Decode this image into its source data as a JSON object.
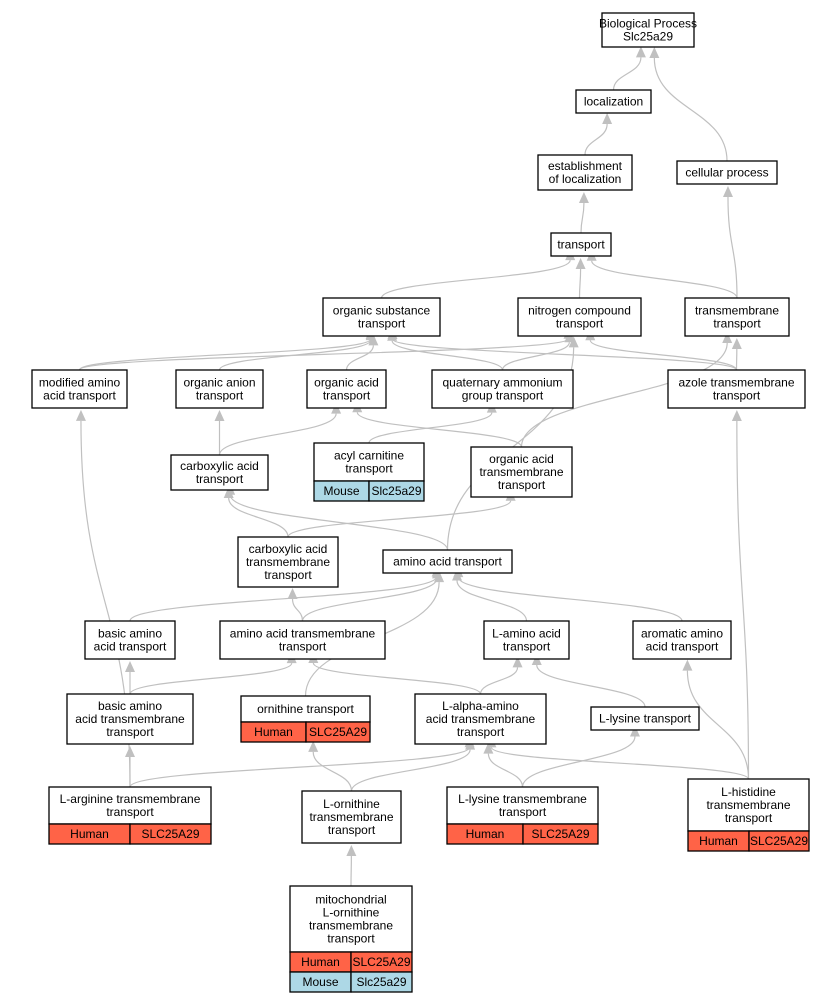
{
  "colors": {
    "human": "#ff6347",
    "mouse": "#add8e6",
    "edge": "#c0c0c0"
  },
  "nodes": {
    "bp": {
      "lines": [
        "Biological Process",
        "Slc25a29"
      ]
    },
    "loc": {
      "lines": [
        "localization"
      ]
    },
    "estloc": {
      "lines": [
        "establishment",
        "of localization"
      ]
    },
    "cell": {
      "lines": [
        "cellular process"
      ]
    },
    "trans": {
      "lines": [
        "transport"
      ]
    },
    "ost": {
      "lines": [
        "organic substance",
        "transport"
      ]
    },
    "nct": {
      "lines": [
        "nitrogen compound",
        "transport"
      ]
    },
    "tmt": {
      "lines": [
        "transmembrane",
        "transport"
      ]
    },
    "maat": {
      "lines": [
        "modified amino",
        "acid transport"
      ]
    },
    "oant": {
      "lines": [
        "organic anion",
        "transport"
      ]
    },
    "oact": {
      "lines": [
        "organic acid",
        "transport"
      ]
    },
    "qagt": {
      "lines": [
        "quaternary ammonium",
        "group transport"
      ]
    },
    "azt": {
      "lines": [
        "azole transmembrane",
        "transport"
      ]
    },
    "acyl": {
      "lines": [
        "acyl carnitine",
        "transport"
      ],
      "genes": [
        {
          "org": "Mouse",
          "gene": "Slc25a29"
        }
      ]
    },
    "cat": {
      "lines": [
        "carboxylic acid",
        "transport"
      ]
    },
    "oatt": {
      "lines": [
        "organic acid",
        "transmembrane",
        "transport"
      ]
    },
    "catt": {
      "lines": [
        "carboxylic acid",
        "transmembrane",
        "transport"
      ]
    },
    "aat": {
      "lines": [
        "amino acid transport"
      ]
    },
    "baat": {
      "lines": [
        "basic amino",
        "acid transport"
      ]
    },
    "aatt": {
      "lines": [
        "amino acid transmembrane",
        "transport"
      ]
    },
    "laat": {
      "lines": [
        "L-amino acid",
        "transport"
      ]
    },
    "aroat": {
      "lines": [
        "aromatic amino",
        "acid transport"
      ]
    },
    "baatt": {
      "lines": [
        "basic amino",
        "acid transmembrane",
        "transport"
      ]
    },
    "orn": {
      "lines": [
        "ornithine transport"
      ],
      "genes": [
        {
          "org": "Human",
          "gene": "SLC25A29"
        }
      ]
    },
    "laaatt": {
      "lines": [
        "L-alpha-amino",
        "acid transmembrane",
        "transport"
      ]
    },
    "lyst": {
      "lines": [
        "L-lysine transport"
      ]
    },
    "larg": {
      "lines": [
        "L-arginine transmembrane",
        "transport"
      ],
      "genes": [
        {
          "org": "Human",
          "gene": "SLC25A29"
        }
      ]
    },
    "lorn": {
      "lines": [
        "L-ornithine",
        "transmembrane",
        "transport"
      ]
    },
    "llys": {
      "lines": [
        "L-lysine transmembrane",
        "transport"
      ],
      "genes": [
        {
          "org": "Human",
          "gene": "SLC25A29"
        }
      ]
    },
    "lhis": {
      "lines": [
        "L-histidine",
        "transmembrane",
        "transport"
      ],
      "genes": [
        {
          "org": "Human",
          "gene": "SLC25A29"
        }
      ]
    },
    "mito": {
      "lines": [
        "mitochondrial",
        "L-ornithine",
        "transmembrane",
        "transport"
      ],
      "genes": [
        {
          "org": "Human",
          "gene": "SLC25A29"
        },
        {
          "org": "Mouse",
          "gene": "Slc25a29"
        }
      ]
    }
  },
  "edges": [
    [
      "loc",
      "bp"
    ],
    [
      "cell",
      "bp"
    ],
    [
      "estloc",
      "loc"
    ],
    [
      "trans",
      "estloc"
    ],
    [
      "tmt",
      "cell"
    ],
    [
      "ost",
      "trans"
    ],
    [
      "nct",
      "trans"
    ],
    [
      "tmt",
      "trans"
    ],
    [
      "maat",
      "ost"
    ],
    [
      "maat",
      "nct"
    ],
    [
      "oant",
      "ost"
    ],
    [
      "oact",
      "ost"
    ],
    [
      "qagt",
      "ost"
    ],
    [
      "qagt",
      "nct"
    ],
    [
      "azt",
      "ost"
    ],
    [
      "azt",
      "nct"
    ],
    [
      "azt",
      "tmt"
    ],
    [
      "cat",
      "oant"
    ],
    [
      "cat",
      "oact"
    ],
    [
      "acyl",
      "qagt"
    ],
    [
      "oatt",
      "oact"
    ],
    [
      "oatt",
      "tmt"
    ],
    [
      "catt",
      "cat"
    ],
    [
      "catt",
      "oatt"
    ],
    [
      "aat",
      "cat"
    ],
    [
      "aat",
      "nct"
    ],
    [
      "baat",
      "aat"
    ],
    [
      "aatt",
      "aat"
    ],
    [
      "aatt",
      "catt"
    ],
    [
      "laat",
      "aat"
    ],
    [
      "aroat",
      "aat"
    ],
    [
      "baatt",
      "baat"
    ],
    [
      "baatt",
      "aatt"
    ],
    [
      "orn",
      "aat"
    ],
    [
      "laaatt",
      "aatt"
    ],
    [
      "laaatt",
      "laat"
    ],
    [
      "lyst",
      "laat"
    ],
    [
      "larg",
      "baatt"
    ],
    [
      "larg",
      "laaatt"
    ],
    [
      "larg",
      "maat"
    ],
    [
      "lorn",
      "orn"
    ],
    [
      "lorn",
      "laaatt"
    ],
    [
      "llys",
      "laaatt"
    ],
    [
      "llys",
      "lyst"
    ],
    [
      "lhis",
      "laaatt"
    ],
    [
      "lhis",
      "aroat"
    ],
    [
      "lhis",
      "azt"
    ],
    [
      "mito",
      "lorn"
    ]
  ]
}
